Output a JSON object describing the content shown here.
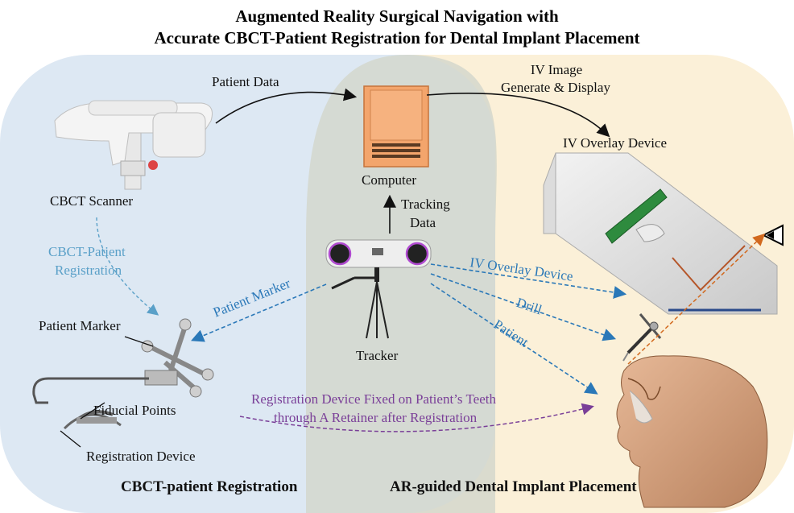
{
  "title": {
    "line1": "Augmented Reality Surgical Navigation with",
    "line2": "Accurate CBCT-Patient Registration for Dental Implant Placement"
  },
  "labels": {
    "patient_data": "Patient Data",
    "iv_image_line1": "IV Image",
    "iv_image_line2": "Generate & Display",
    "iv_overlay_device_top": "IV Overlay Device",
    "computer": "Computer",
    "tracking_data_line1": "Tracking",
    "tracking_data_line2": "Data",
    "cbct_scanner": "CBCT Scanner",
    "cbct_patient_reg_line1": "CBCT-Patient",
    "cbct_patient_reg_line2": "Registration",
    "patient_marker_arrow": "Patient Marker",
    "iv_overlay_device_arrow": "IV Overlay Device",
    "drill_arrow": "Drill",
    "patient_arrow": "Patient",
    "patient_marker": "Patient Marker",
    "fiducial_points": "Fiducial Points",
    "registration_device": "Registration Device",
    "tracker": "Tracker",
    "fixed_line1": "Registration Device Fixed on Patient’s Teeth",
    "fixed_line2": "through A Retainer after Registration"
  },
  "sections": {
    "left": "CBCT-patient Registration",
    "right": "AR-guided Dental Implant Placement"
  },
  "colors": {
    "left_region": "#dde8f3",
    "right_region": "#fbf0d8",
    "overlap": "#d3d7cc",
    "arrow_blue": "#2a78b8",
    "arrow_purple": "#7a3f98",
    "arrow_orange": "#d2691e",
    "computer_orange": "#f3a56c"
  }
}
